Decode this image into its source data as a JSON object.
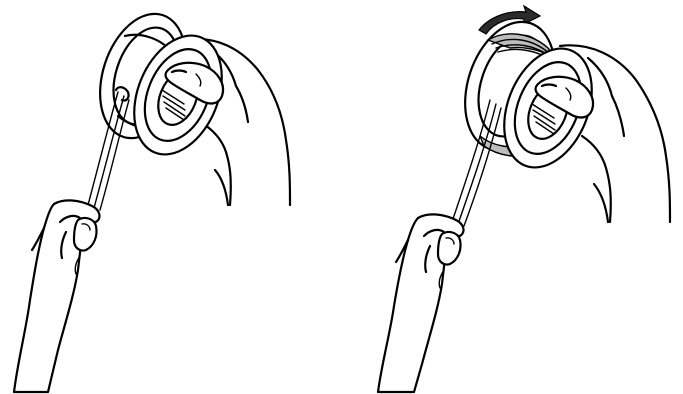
{
  "figure": {
    "panels": [
      {
        "id": "panel-1",
        "step": "hold-spool-and-thread"
      },
      {
        "id": "panel-2",
        "step": "rotate-spool-to-wind"
      }
    ],
    "icons": {
      "rotation_arrow": "curved-arrow-clockwise-icon"
    },
    "colors": {
      "line": "#000000",
      "background": "#ffffff",
      "arrow": "#2b2b2b"
    }
  }
}
